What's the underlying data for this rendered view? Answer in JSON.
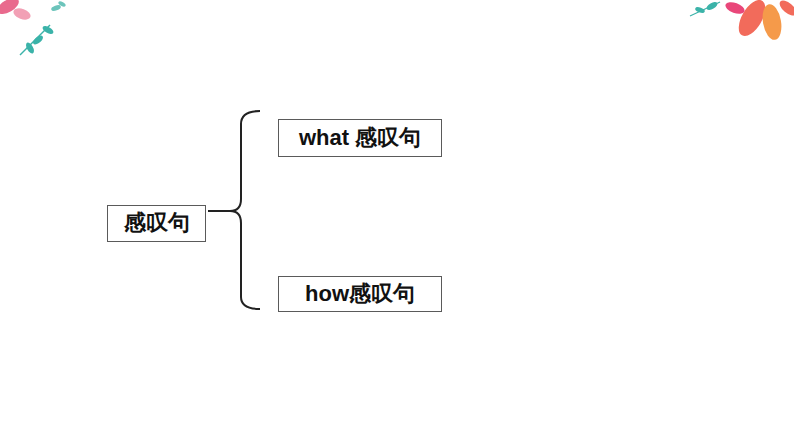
{
  "diagram": {
    "nodes": [
      {
        "text": [
          "感叹句"
        ]
      },
      {
        "text": [
          "what 感叹句"
        ]
      },
      {
        "text": [
          "how感叹句"
        ]
      }
    ]
  }
}
